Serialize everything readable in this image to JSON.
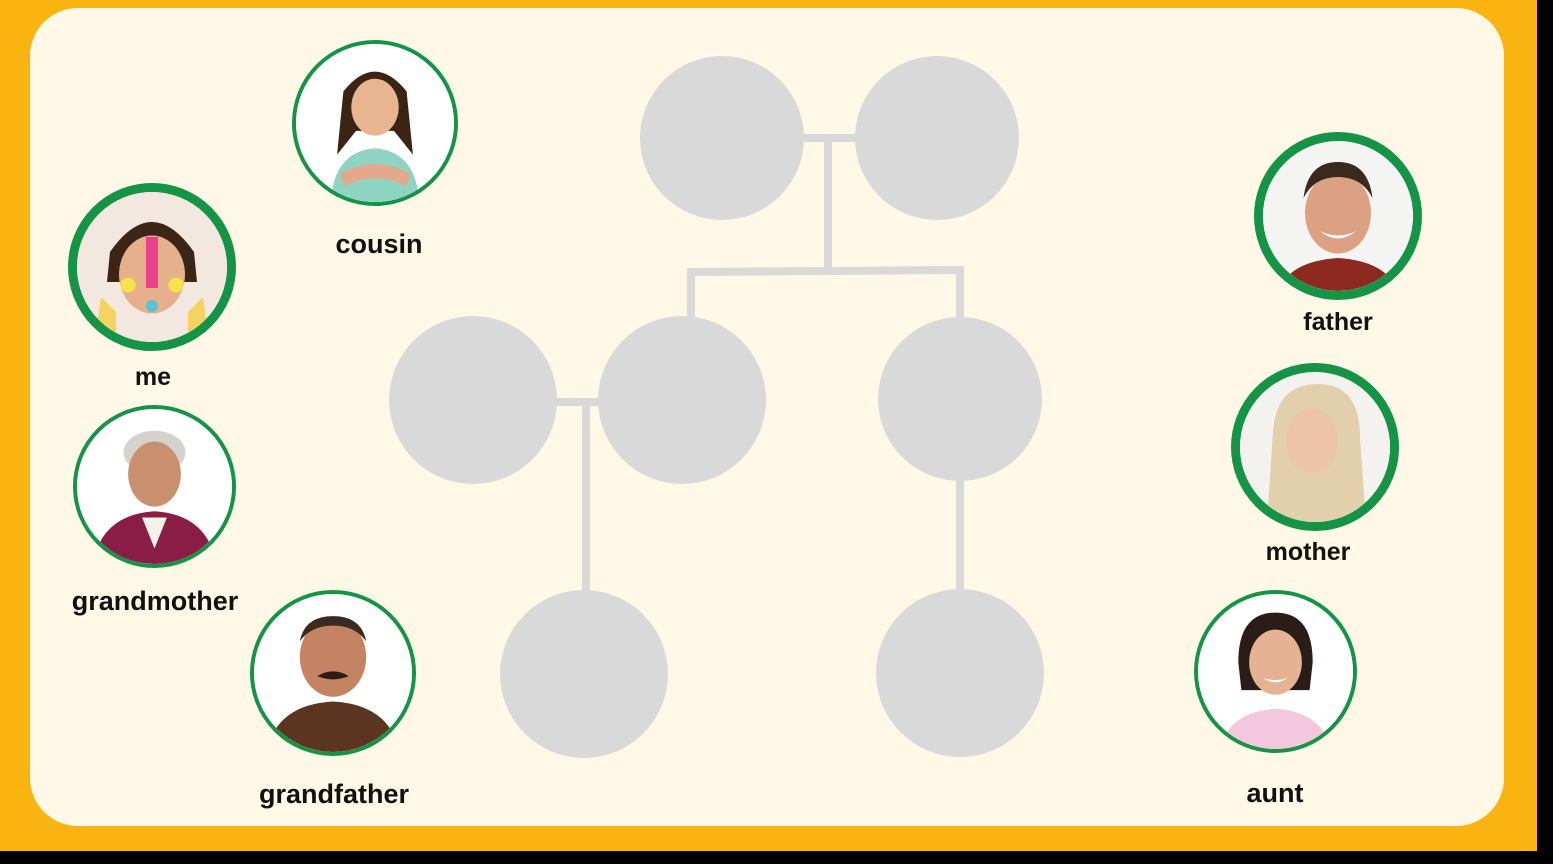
{
  "colors": {
    "frame": "#F9B412",
    "board": "#FFF8E6",
    "slot": "#D9D9D9",
    "ring": "#159447"
  },
  "cards": [
    {
      "id": "cousin",
      "label": "cousin",
      "icon": "girl-photo-icon"
    },
    {
      "id": "me",
      "label": "me",
      "icon": "painted-child-photo-icon"
    },
    {
      "id": "grandmother",
      "label": "grandmother",
      "icon": "old-woman-photo-icon"
    },
    {
      "id": "grandfather",
      "label": "grandfather",
      "icon": "old-man-photo-icon"
    },
    {
      "id": "father",
      "label": "father",
      "icon": "man-photo-icon"
    },
    {
      "id": "mother",
      "label": "mother",
      "icon": "woman-photo-icon"
    },
    {
      "id": "aunt",
      "label": "aunt",
      "icon": "young-woman-photo-icon"
    }
  ],
  "tree": {
    "slots": [
      "gen1-left",
      "gen1-right",
      "gen2-spouse",
      "gen2-parent",
      "gen2-sibling",
      "gen3-child-a",
      "gen3-child-b"
    ]
  }
}
